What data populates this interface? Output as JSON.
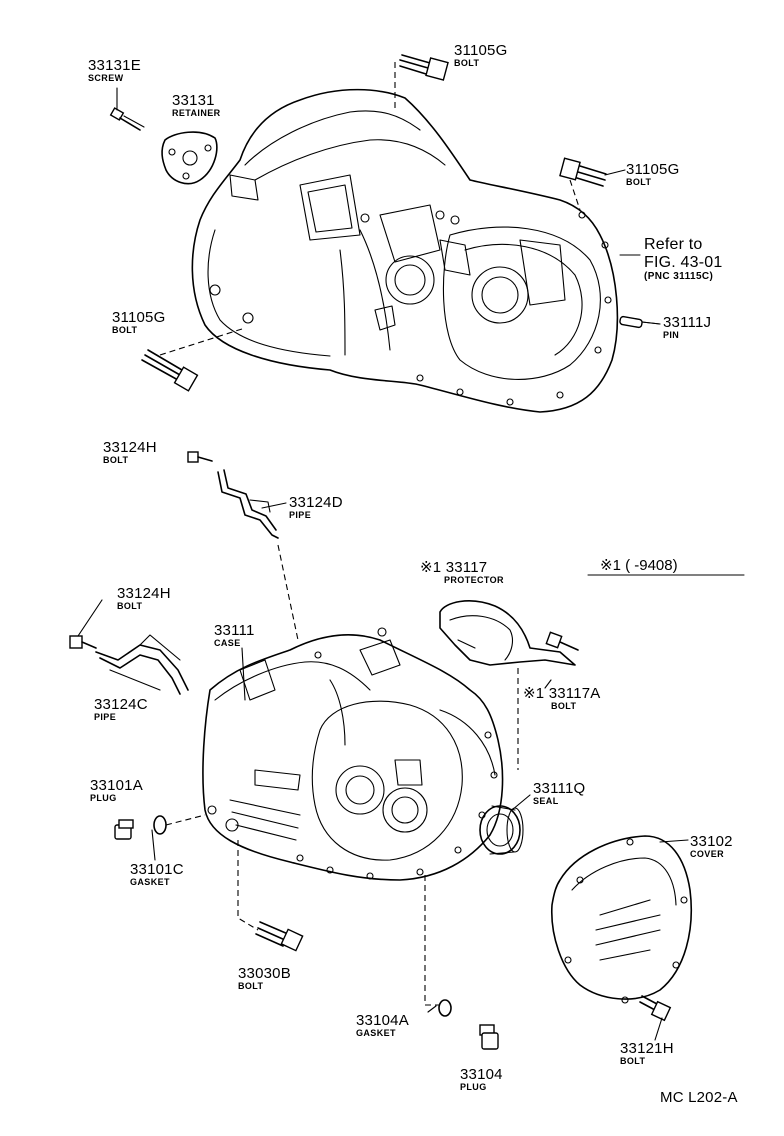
{
  "parts": {
    "screw_33131E": {
      "number": "33131E",
      "name": "SCREW"
    },
    "retainer_33131": {
      "number": "33131",
      "name": "RETAINER"
    },
    "bolt_31105G_top": {
      "number": "31105G",
      "name": "BOLT"
    },
    "bolt_31105G_right": {
      "number": "31105G",
      "name": "BOLT"
    },
    "bolt_31105G_left": {
      "number": "31105G",
      "name": "BOLT"
    },
    "pin_33111J": {
      "number": "33111J",
      "name": "PIN"
    },
    "bolt_33124H_upper": {
      "number": "33124H",
      "name": "BOLT"
    },
    "pipe_33124D": {
      "number": "33124D",
      "name": "PIPE"
    },
    "bolt_33124H_lower": {
      "number": "33124H",
      "name": "BOLT"
    },
    "pipe_33124C": {
      "number": "33124C",
      "name": "PIPE"
    },
    "case_33111": {
      "number": "33111",
      "name": "CASE"
    },
    "protector_33117": {
      "prefix": "※1",
      "number": "33117",
      "name": "PROTECTOR"
    },
    "bolt_33117A": {
      "prefix": "※1",
      "number": "33117A",
      "name": "BOLT"
    },
    "seal_33111Q": {
      "number": "33111Q",
      "name": "SEAL"
    },
    "cover_33102": {
      "number": "33102",
      "name": "COVER"
    },
    "plug_33101A": {
      "number": "33101A",
      "name": "PLUG"
    },
    "gasket_33101C": {
      "number": "33101C",
      "name": "GASKET"
    },
    "bolt_33030B": {
      "number": "33030B",
      "name": "BOLT"
    },
    "gasket_33104A": {
      "number": "33104A",
      "name": "GASKET"
    },
    "plug_33104": {
      "number": "33104",
      "name": "PLUG"
    },
    "bolt_33121H": {
      "number": "33121H",
      "name": "BOLT"
    }
  },
  "reference_note": {
    "line1": "Refer to",
    "line2": "FIG. 43-01",
    "line3": "(PNC 31115C)"
  },
  "footnote": {
    "text": "※1 (      -9408)"
  },
  "diagram_code": "MC L202-A"
}
